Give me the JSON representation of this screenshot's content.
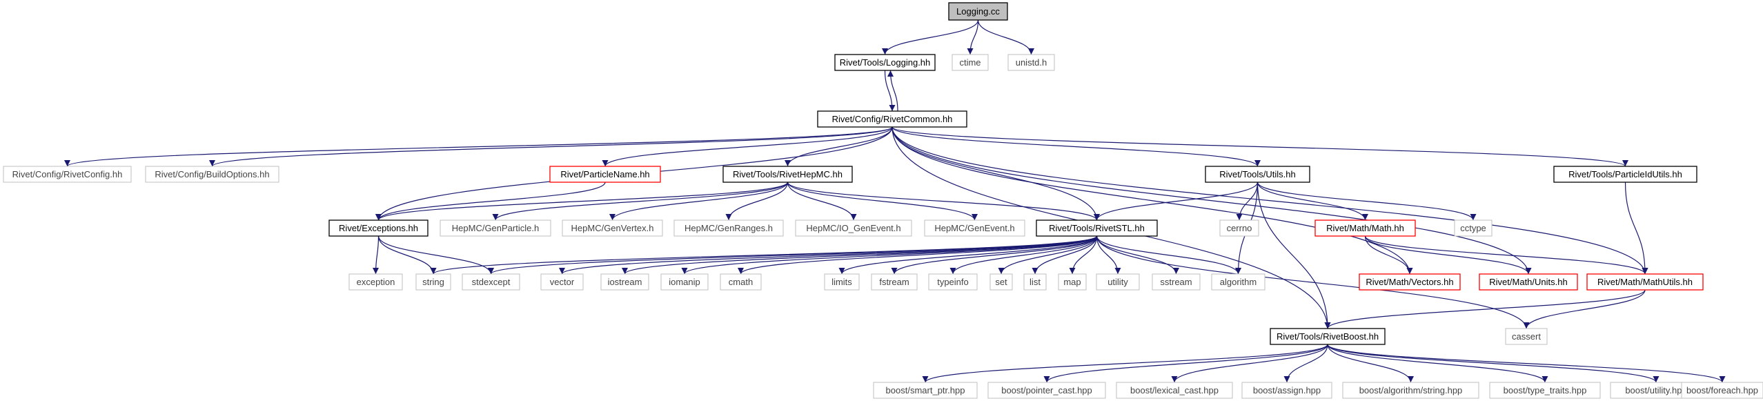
{
  "colors": {
    "edge": "#191970",
    "root_fill": "#bfbfbf",
    "documented_border": "#000000",
    "undocumented_border": "#ff0000",
    "system_border": "#bfbfbf",
    "text_black": "#000000",
    "text_system": "#444444"
  },
  "nodes": [
    {
      "id": "root",
      "label": "Logging.cc",
      "kind": "root"
    },
    {
      "id": "logging_hh",
      "label": "Rivet/Tools/Logging.hh",
      "kind": "documented"
    },
    {
      "id": "ctime",
      "label": "ctime",
      "kind": "system"
    },
    {
      "id": "unistd",
      "label": "unistd.h",
      "kind": "system"
    },
    {
      "id": "rivetcommon",
      "label": "Rivet/Config/RivetCommon.hh",
      "kind": "documented"
    },
    {
      "id": "rivetconfig",
      "label": "Rivet/Config/RivetConfig.hh",
      "kind": "system"
    },
    {
      "id": "buildoptions",
      "label": "Rivet/Config/BuildOptions.hh",
      "kind": "system"
    },
    {
      "id": "particlename",
      "label": "Rivet/ParticleName.hh",
      "kind": "undocumented"
    },
    {
      "id": "rivethepmc",
      "label": "Rivet/Tools/RivetHepMC.hh",
      "kind": "documented"
    },
    {
      "id": "utils",
      "label": "Rivet/Tools/Utils.hh",
      "kind": "documented"
    },
    {
      "id": "particleidutils",
      "label": "Rivet/Tools/ParticleIdUtils.hh",
      "kind": "documented"
    },
    {
      "id": "exceptions",
      "label": "Rivet/Exceptions.hh",
      "kind": "documented"
    },
    {
      "id": "genparticle",
      "label": "HepMC/GenParticle.h",
      "kind": "system"
    },
    {
      "id": "genvertex",
      "label": "HepMC/GenVertex.h",
      "kind": "system"
    },
    {
      "id": "genranges",
      "label": "HepMC/GenRanges.h",
      "kind": "system"
    },
    {
      "id": "io_genevent",
      "label": "HepMC/IO_GenEvent.h",
      "kind": "system"
    },
    {
      "id": "genevent",
      "label": "HepMC/GenEvent.h",
      "kind": "system"
    },
    {
      "id": "rivetstl",
      "label": "Rivet/Tools/RivetSTL.hh",
      "kind": "documented"
    },
    {
      "id": "cerrno",
      "label": "cerrno",
      "kind": "system"
    },
    {
      "id": "math",
      "label": "Rivet/Math/Math.hh",
      "kind": "undocumented"
    },
    {
      "id": "cctype",
      "label": "cctype",
      "kind": "system"
    },
    {
      "id": "exception",
      "label": "exception",
      "kind": "system"
    },
    {
      "id": "string",
      "label": "string",
      "kind": "system"
    },
    {
      "id": "stdexcept",
      "label": "stdexcept",
      "kind": "system"
    },
    {
      "id": "vector",
      "label": "vector",
      "kind": "system"
    },
    {
      "id": "iostream",
      "label": "iostream",
      "kind": "system"
    },
    {
      "id": "iomanip",
      "label": "iomanip",
      "kind": "system"
    },
    {
      "id": "cmath",
      "label": "cmath",
      "kind": "system"
    },
    {
      "id": "limits",
      "label": "limits",
      "kind": "system"
    },
    {
      "id": "fstream",
      "label": "fstream",
      "kind": "system"
    },
    {
      "id": "typeinfo",
      "label": "typeinfo",
      "kind": "system"
    },
    {
      "id": "set",
      "label": "set",
      "kind": "system"
    },
    {
      "id": "list",
      "label": "list",
      "kind": "system"
    },
    {
      "id": "map",
      "label": "map",
      "kind": "system"
    },
    {
      "id": "utility",
      "label": "utility",
      "kind": "system"
    },
    {
      "id": "sstream",
      "label": "sstream",
      "kind": "system"
    },
    {
      "id": "algorithm",
      "label": "algorithm",
      "kind": "system"
    },
    {
      "id": "vectors",
      "label": "Rivet/Math/Vectors.hh",
      "kind": "undocumented"
    },
    {
      "id": "units",
      "label": "Rivet/Math/Units.hh",
      "kind": "undocumented"
    },
    {
      "id": "mathutils",
      "label": "Rivet/Math/MathUtils.hh",
      "kind": "undocumented"
    },
    {
      "id": "cassert",
      "label": "cassert",
      "kind": "system"
    },
    {
      "id": "rivetboost",
      "label": "Rivet/Tools/RivetBoost.hh",
      "kind": "documented"
    },
    {
      "id": "smart_ptr",
      "label": "boost/smart_ptr.hpp",
      "kind": "system"
    },
    {
      "id": "pointer_cast",
      "label": "boost/pointer_cast.hpp",
      "kind": "system"
    },
    {
      "id": "lexical_cast",
      "label": "boost/lexical_cast.hpp",
      "kind": "system"
    },
    {
      "id": "assign",
      "label": "boost/assign.hpp",
      "kind": "system"
    },
    {
      "id": "algo_string",
      "label": "boost/algorithm/string.hpp",
      "kind": "system"
    },
    {
      "id": "type_traits",
      "label": "boost/type_traits.hpp",
      "kind": "system"
    },
    {
      "id": "b_utility",
      "label": "boost/utility.hpp",
      "kind": "system"
    },
    {
      "id": "foreach",
      "label": "boost/foreach.hpp",
      "kind": "system"
    }
  ],
  "edges": [
    [
      "root",
      "logging_hh"
    ],
    [
      "root",
      "ctime"
    ],
    [
      "root",
      "unistd"
    ],
    [
      "logging_hh",
      "rivetcommon"
    ],
    [
      "rivetcommon",
      "logging_hh"
    ],
    [
      "rivetcommon",
      "rivetconfig"
    ],
    [
      "rivetcommon",
      "buildoptions"
    ],
    [
      "rivetcommon",
      "particlename"
    ],
    [
      "rivetcommon",
      "rivethepmc"
    ],
    [
      "rivetcommon",
      "utils"
    ],
    [
      "rivetcommon",
      "particleidutils"
    ],
    [
      "rivetcommon",
      "exceptions"
    ],
    [
      "rivetcommon",
      "rivetstl"
    ],
    [
      "rivetcommon",
      "rivetboost"
    ],
    [
      "rivetcommon",
      "vectors"
    ],
    [
      "rivetcommon",
      "units"
    ],
    [
      "rivetcommon",
      "mathutils"
    ],
    [
      "particlename",
      "exceptions"
    ],
    [
      "rivethepmc",
      "exceptions"
    ],
    [
      "rivethepmc",
      "genparticle"
    ],
    [
      "rivethepmc",
      "genvertex"
    ],
    [
      "rivethepmc",
      "genranges"
    ],
    [
      "rivethepmc",
      "io_genevent"
    ],
    [
      "rivethepmc",
      "genevent"
    ],
    [
      "rivethepmc",
      "rivetstl"
    ],
    [
      "utils",
      "rivetstl"
    ],
    [
      "utils",
      "cerrno"
    ],
    [
      "utils",
      "algorithm"
    ],
    [
      "utils",
      "math"
    ],
    [
      "utils",
      "cctype"
    ],
    [
      "utils",
      "rivetboost"
    ],
    [
      "particleidutils",
      "mathutils"
    ],
    [
      "exceptions",
      "exception"
    ],
    [
      "exceptions",
      "string"
    ],
    [
      "exceptions",
      "stdexcept"
    ],
    [
      "rivetstl",
      "string"
    ],
    [
      "rivetstl",
      "stdexcept"
    ],
    [
      "rivetstl",
      "vector"
    ],
    [
      "rivetstl",
      "iostream"
    ],
    [
      "rivetstl",
      "iomanip"
    ],
    [
      "rivetstl",
      "cmath"
    ],
    [
      "rivetstl",
      "limits"
    ],
    [
      "rivetstl",
      "fstream"
    ],
    [
      "rivetstl",
      "typeinfo"
    ],
    [
      "rivetstl",
      "set"
    ],
    [
      "rivetstl",
      "list"
    ],
    [
      "rivetstl",
      "map"
    ],
    [
      "rivetstl",
      "utility"
    ],
    [
      "rivetstl",
      "sstream"
    ],
    [
      "rivetstl",
      "algorithm"
    ],
    [
      "rivetstl",
      "cassert"
    ],
    [
      "math",
      "vectors"
    ],
    [
      "math",
      "units"
    ],
    [
      "math",
      "mathutils"
    ],
    [
      "mathutils",
      "cassert"
    ],
    [
      "mathutils",
      "rivetboost"
    ],
    [
      "rivetboost",
      "smart_ptr"
    ],
    [
      "rivetboost",
      "pointer_cast"
    ],
    [
      "rivetboost",
      "lexical_cast"
    ],
    [
      "rivetboost",
      "assign"
    ],
    [
      "rivetboost",
      "algo_string"
    ],
    [
      "rivetboost",
      "type_traits"
    ],
    [
      "rivetboost",
      "b_utility"
    ],
    [
      "rivetboost",
      "foreach"
    ]
  ]
}
